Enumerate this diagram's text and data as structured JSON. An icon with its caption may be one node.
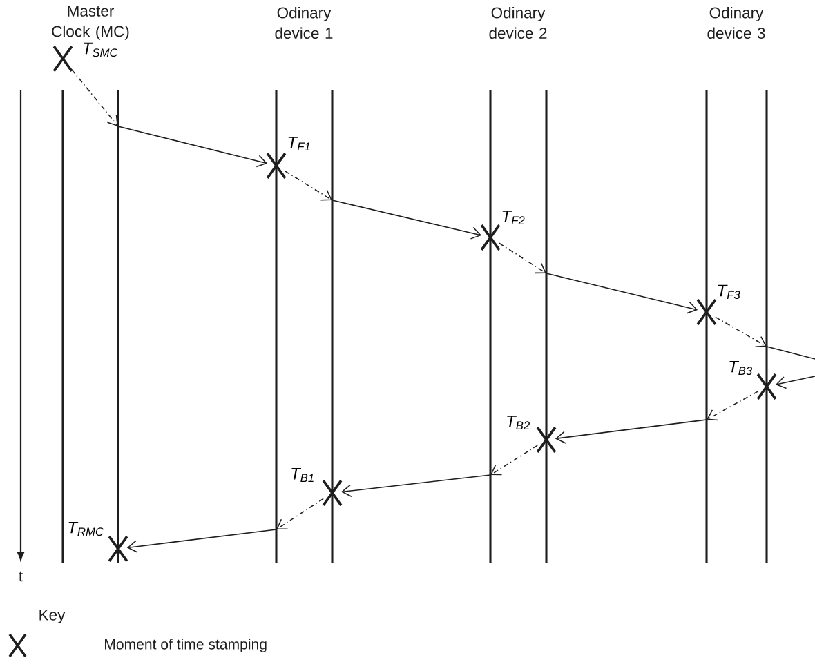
{
  "diagram": {
    "nodes": [
      {
        "text": [],
        "shape": "line"
      },
      {
        "text": [],
        "shape": "line"
      },
      {
        "text": [],
        "shape": "line"
      },
      {
        "text": [],
        "shape": "line"
      },
      {
        "text": [],
        "shape": "line"
      },
      {
        "text": [],
        "shape": "line"
      },
      {
        "text": [],
        "shape": "line"
      },
      {
        "text": [],
        "shape": "line"
      },
      {
        "text": [],
        "shape": "cross",
        "beside": [
          "T$_{SMC}$"
        ]
      },
      {
        "text": [],
        "shape": "cross",
        "beside": [
          "T$_{F1}$"
        ]
      },
      {
        "text": [],
        "shape": "cross",
        "beside": [
          "T$_{F2}$"
        ]
      },
      {
        "text": [],
        "shape": "cross",
        "beside": [
          "T$_{F3}$"
        ]
      },
      {
        "text": [],
        "shape": "cross",
        "beside": [
          "T$_{B3}$"
        ]
      },
      {
        "text": [],
        "shape": "cross",
        "beside": [
          "T$_{B2}$"
        ]
      },
      {
        "text": [],
        "shape": "cross",
        "beside": [
          "T$_{B1}$"
        ]
      },
      {
        "text": [],
        "shape": "cross",
        "beside": [
          "T$_{RMC}$"
        ]
      }
    ],
    "edges": [
      {
        "from": 8,
        "to": 1,
        "arrow": "to",
        "style": "dashed"
      },
      {
        "from": 1,
        "to": 9,
        "arrow": "to"
      },
      {
        "from": 9,
        "to": 3,
        "arrow": "to",
        "style": "dashed"
      },
      {
        "from": 3,
        "to": 10,
        "arrow": "to"
      },
      {
        "from": 10,
        "to": 5,
        "arrow": "to",
        "style": "dashed"
      },
      {
        "from": 5,
        "to": 11,
        "arrow": "to"
      },
      {
        "from": 11,
        "to": 7,
        "arrow": "to",
        "style": "dashed"
      },
      {
        "from": 7,
        "to": null,
        "arrow": "none"
      },
      {
        "from": null,
        "to": 12,
        "arrow": "to"
      },
      {
        "from": 12,
        "to": 6,
        "arrow": "to",
        "style": "dashed"
      },
      {
        "from": 6,
        "to": 13,
        "arrow": "to"
      },
      {
        "from": 13,
        "to": 4,
        "arrow": "to",
        "style": "dashed"
      },
      {
        "from": 4,
        "to": 14,
        "arrow": "to"
      },
      {
        "from": 14,
        "to": 2,
        "arrow": "to",
        "style": "dashed"
      },
      {
        "from": 2,
        "to": 15,
        "arrow": "to"
      }
    ],
    "labels": [
      "Master Clock (MC)",
      "Odinary device 1",
      "Odinary device 2",
      "Odinary device 3",
      "t",
      "Key"
    ],
    "legend": [
      {
        "text": "Moment of time stamping"
      }
    ]
  }
}
